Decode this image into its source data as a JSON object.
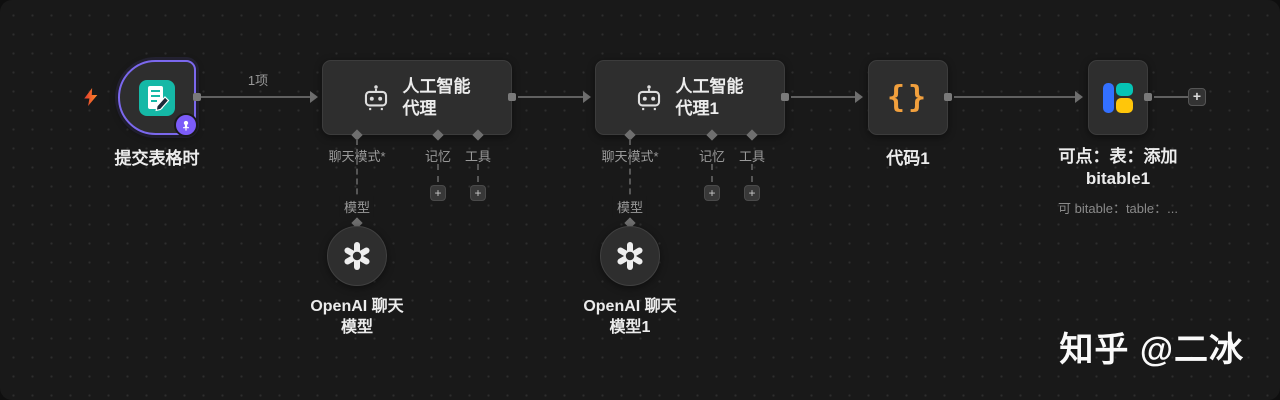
{
  "watermark": "知乎 @二冰",
  "colors": {
    "canvas_bg": "#191919",
    "node_bg": "#2e2e2e",
    "trigger_border": "#7b68ee",
    "trigger_icon_teal": "#15b8a6",
    "code_orange": "#f2a03d",
    "bolt_orange": "#f4511e",
    "bitable_blue": "#3370ff",
    "bitable_teal": "#05c4b5",
    "bitable_yellow": "#ffc60a"
  },
  "trigger": {
    "name": "提交表格时",
    "connection_count": "1项"
  },
  "agents": [
    {
      "title": "人工智能代理",
      "ports": {
        "chat_model": "聊天模式*",
        "memory": "记忆",
        "tool": "工具"
      },
      "model_port_label": "模型",
      "model_name": "OpenAI 聊天模型"
    },
    {
      "title": "人工智能代理1",
      "ports": {
        "chat_model": "聊天模式*",
        "memory": "记忆",
        "tool": "工具"
      },
      "model_port_label": "模型",
      "model_name": "OpenAI 聊天模型1"
    }
  ],
  "code_node": {
    "name": "代码1",
    "glyph": "{}"
  },
  "bitable_node": {
    "name": "可点：表：添加 bitable1",
    "subtitle": "可 bitable：table：..."
  },
  "add_button": "+"
}
